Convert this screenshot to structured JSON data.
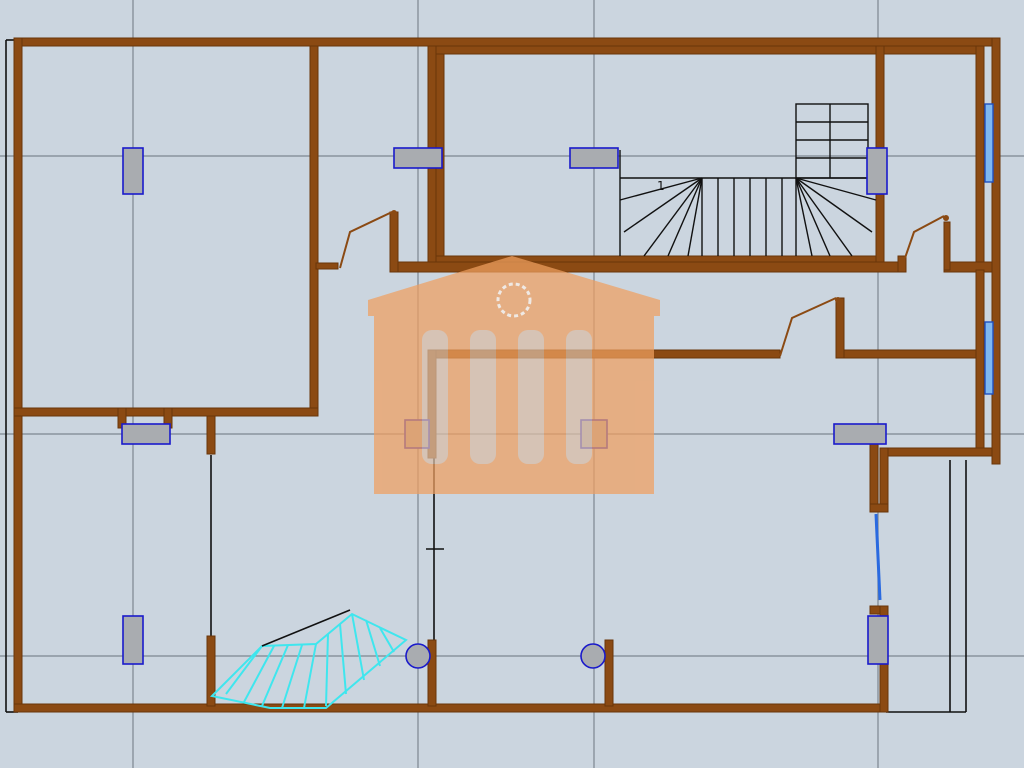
{
  "colors": {
    "background": "#cbd5df",
    "wall": "#8b4a13",
    "grid": "#7e8690",
    "column_fill": "#a9acb0",
    "column_outline": "#1a1acb",
    "stair_dark": "#111111",
    "stair_cyan": "#3fe6ee",
    "window": "#7fb8f0",
    "watermark": "#f0a060"
  },
  "watermark": {
    "kind": "classical-building-logo",
    "opacity": 0.7
  },
  "stair_label": "1"
}
